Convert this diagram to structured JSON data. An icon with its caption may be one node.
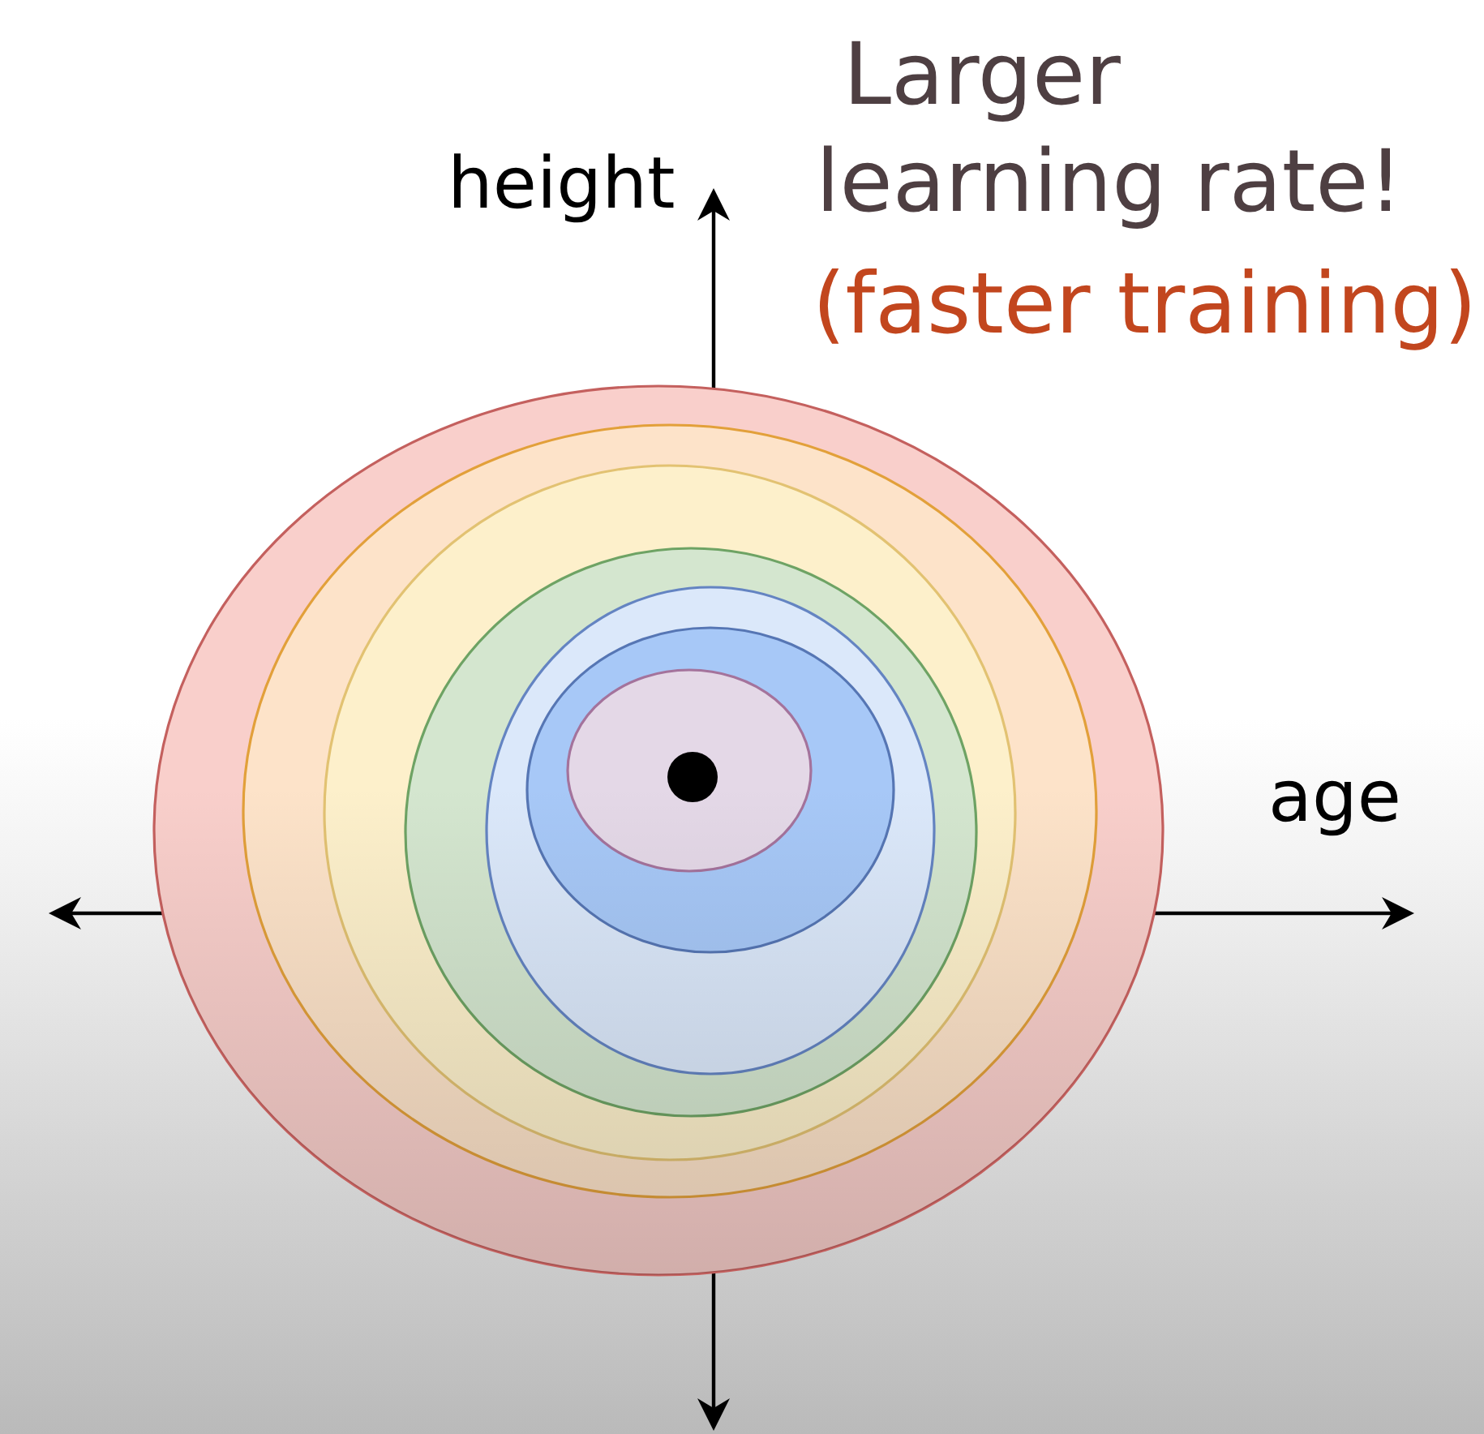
{
  "diagram": {
    "labels": [
      "Larger learning rate!",
      "height",
      "(faster training)",
      "age"
    ]
  }
}
